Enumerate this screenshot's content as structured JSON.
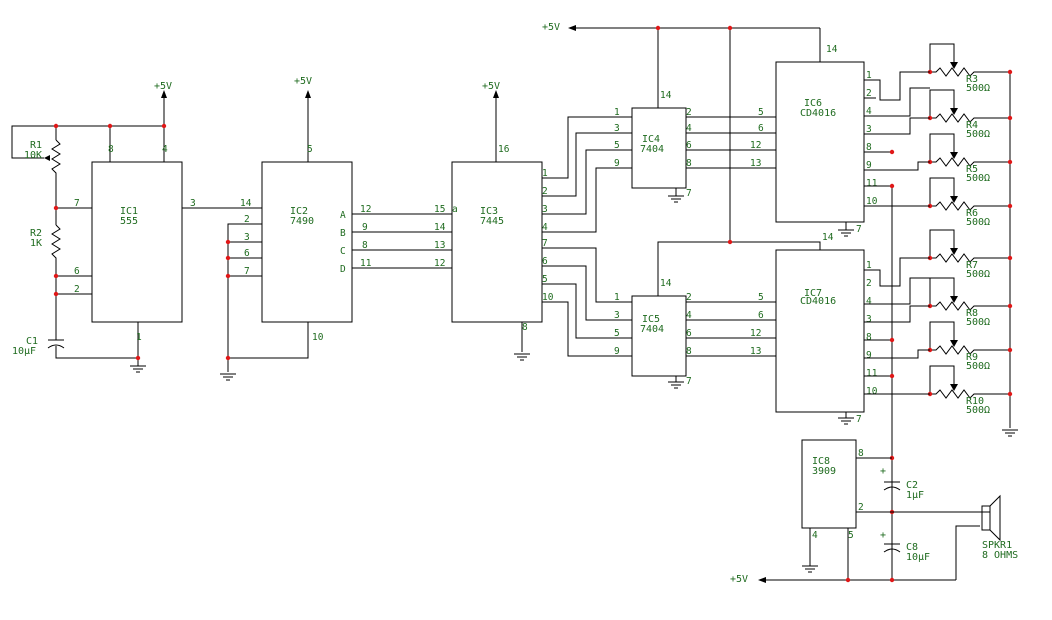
{
  "supply": {
    "vcc_ic1": "+5V",
    "vcc_ic2": "+5V",
    "vcc_ic3": "+5V",
    "vcc_top": "+5V",
    "vcc_bottom": "+5V"
  },
  "ic1": {
    "ref": "IC1",
    "part": "555",
    "pins": {
      "p8": "8",
      "p4": "4",
      "p7": "7",
      "p6": "6",
      "p2": "2",
      "p3": "3",
      "p1": "1"
    }
  },
  "ic2": {
    "ref": "IC2",
    "part": "7490",
    "pins": {
      "p14": "14",
      "p5": "5",
      "p2": "2",
      "p3": "3",
      "p6": "6",
      "p7": "7",
      "p10": "10"
    },
    "outs": [
      "A",
      "B",
      "C",
      "D"
    ],
    "out_pins": [
      "12",
      "9",
      "8",
      "11"
    ]
  },
  "ic3": {
    "ref": "IC3",
    "part": "7445",
    "pins": {
      "p16": "16",
      "p8": "8"
    },
    "in_pins": [
      "15",
      "14",
      "13",
      "12"
    ],
    "in_suffix": "a",
    "out_pins": [
      "1",
      "2",
      "3",
      "4",
      "7",
      "6",
      "5",
      "10"
    ]
  },
  "ic4": {
    "ref": "IC4",
    "part": "7404",
    "vcc_pin": "14",
    "gnd_pin": "7",
    "in_pins": [
      "1",
      "3",
      "5",
      "9"
    ],
    "out_pins": [
      "2",
      "4",
      "6",
      "8"
    ]
  },
  "ic5": {
    "ref": "IC5",
    "part": "7404",
    "vcc_pin": "14",
    "gnd_pin": "7",
    "in_pins": [
      "1",
      "3",
      "5",
      "9"
    ],
    "out_pins": [
      "2",
      "4",
      "6",
      "8"
    ]
  },
  "ic6": {
    "ref": "IC6",
    "part": "CD4016",
    "vcc_pin": "14",
    "gnd_pin": "7",
    "ctrl_pins": [
      "5",
      "6",
      "12",
      "13"
    ],
    "sw_pins": [
      "1",
      "2",
      "4",
      "3",
      "8",
      "9",
      "11",
      "10"
    ]
  },
  "ic7": {
    "ref": "IC7",
    "part": "CD4016",
    "vcc_pin": "14",
    "gnd_pin": "7",
    "ctrl_pins": [
      "5",
      "6",
      "12",
      "13"
    ],
    "sw_pins": [
      "1",
      "2",
      "4",
      "3",
      "8",
      "9",
      "11",
      "10"
    ]
  },
  "ic8": {
    "ref": "IC8",
    "part": "3909",
    "pins": {
      "p8": "8",
      "p2": "2",
      "p4": "4",
      "p5": "5"
    }
  },
  "r1": {
    "ref": "R1",
    "value": "10K"
  },
  "r2": {
    "ref": "R2",
    "value": "1K"
  },
  "c1": {
    "ref": "C1",
    "value": "10µF"
  },
  "c2": {
    "ref": "C2",
    "value": "1µF",
    "polarity": "+"
  },
  "c8": {
    "ref": "C8",
    "value": "10µF",
    "polarity": "+"
  },
  "pots": [
    {
      "ref": "R3",
      "value": "500Ω"
    },
    {
      "ref": "R4",
      "value": "500Ω"
    },
    {
      "ref": "R5",
      "value": "500Ω"
    },
    {
      "ref": "R6",
      "value": "500Ω"
    },
    {
      "ref": "R7",
      "value": "500Ω"
    },
    {
      "ref": "R8",
      "value": "500Ω"
    },
    {
      "ref": "R9",
      "value": "500Ω"
    },
    {
      "ref": "R10",
      "value": "500Ω"
    }
  ],
  "speaker": {
    "ref": "SPKR1",
    "value": "8 OHMS"
  },
  "colors": {
    "wire": "#000000",
    "label": "#1f6b1f",
    "junction": "#e01818",
    "background": "#ffffff"
  }
}
